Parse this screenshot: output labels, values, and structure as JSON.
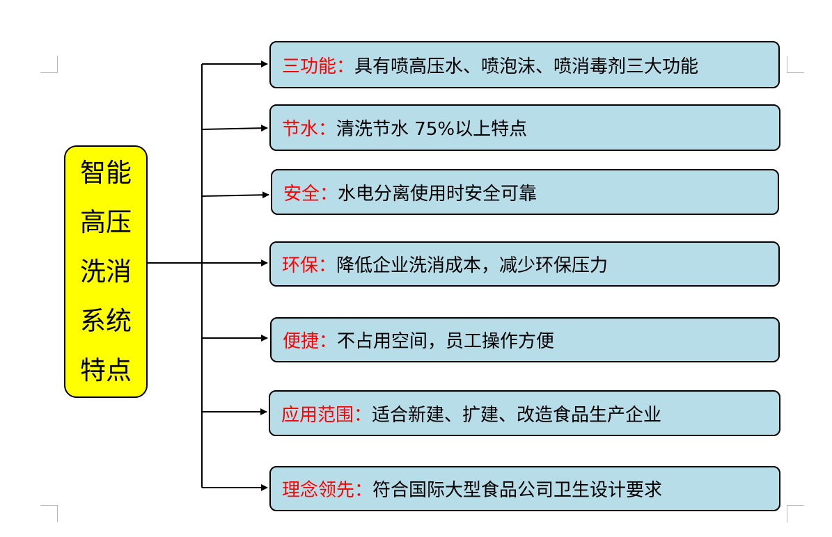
{
  "root": {
    "label": "智能高压洗消系统特点"
  },
  "features": [
    {
      "label": "三功能：",
      "desc": "具有喷高压水、喷泡沫、喷消毒剂三大功能"
    },
    {
      "label": "节水：",
      "desc": "清洗节水 75%以上特点"
    },
    {
      "label": "安全：",
      "desc": "水电分离使用时安全可靠"
    },
    {
      "label": "环保：",
      "desc": "降低企业洗消成本，减少环保压力"
    },
    {
      "label": "便捷：",
      "desc": "不占用空间，员工操作方便"
    },
    {
      "label": "应用范围：",
      "desc": "适合新建、扩建、改造食品生产企业"
    },
    {
      "label": "理念领先：",
      "desc": "符合国际大型食品公司卫生设计要求"
    }
  ],
  "colors": {
    "root_fill": "#ffff00",
    "box_fill": "#b7dde8",
    "label_text": "#ff0000",
    "desc_text": "#000000",
    "line": "#000000"
  }
}
